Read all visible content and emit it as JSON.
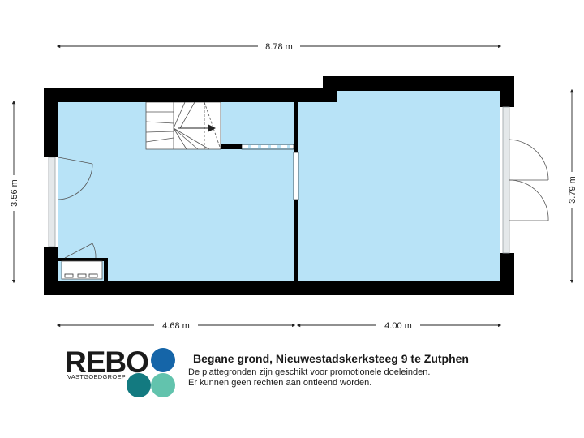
{
  "dimensions": {
    "total_width": "8.78 m",
    "left_height": "3.56 m",
    "right_height": "3.79 m",
    "left_room_width": "4.68 m",
    "right_room_width": "4.00 m"
  },
  "logo": {
    "wordmark": "REBO",
    "subtitle": "VASTGOEDGROEP",
    "colors": [
      "#1565a8",
      "#137a80",
      "#62c3ad"
    ]
  },
  "caption": {
    "title": "Begane grond, Nieuwestadskerksteeg 9 te Zutphen",
    "disclaimer_1": "De plattegronden zijn geschikt voor promotionele doeleinden.",
    "disclaimer_2": "Er kunnen geen rechten aan ontleend worden."
  },
  "colors": {
    "floor": "#b8e3f7",
    "wall": "#000000",
    "window": "#d8dde0",
    "dimension_line": "#222222"
  }
}
